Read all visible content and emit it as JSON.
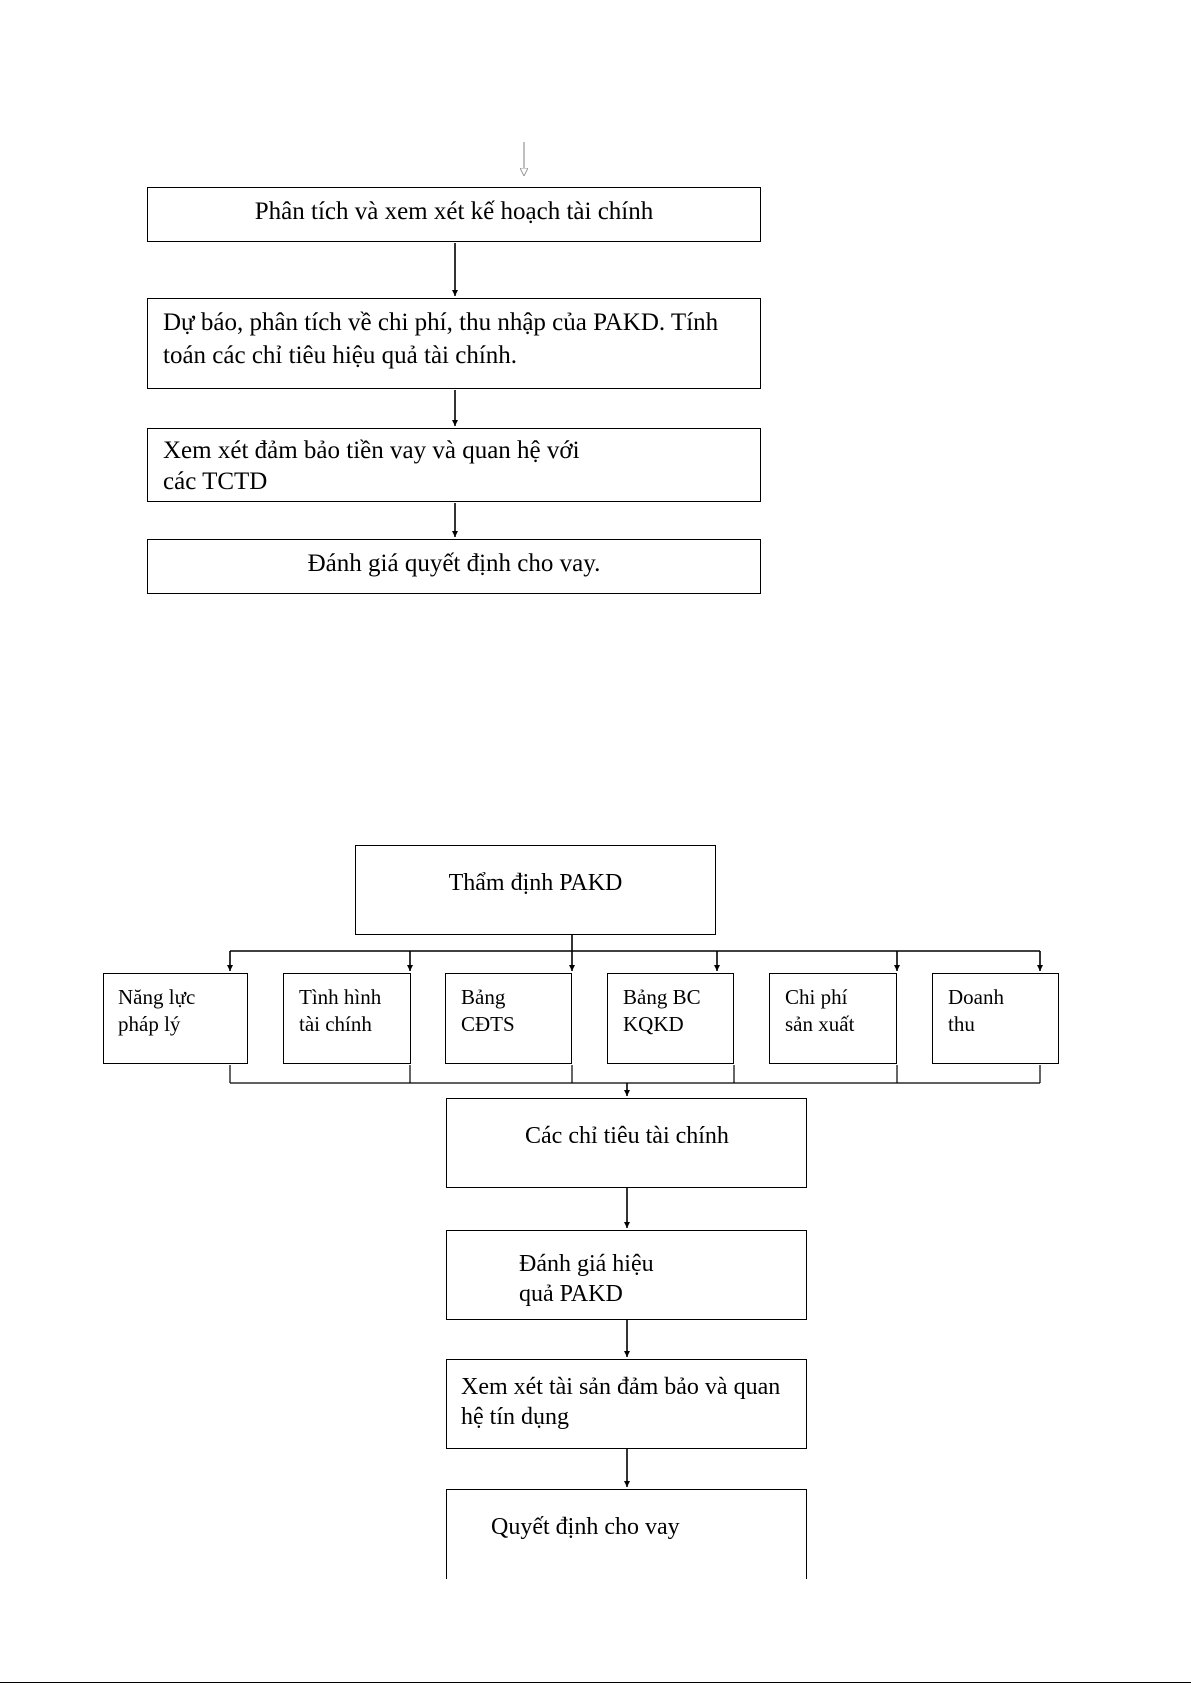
{
  "flow1": {
    "steps": [
      "Phân tích và xem xét kế hoạch tài chính",
      "Dự báo, phân tích về chi phí, thu nhập của PAKD. Tính toán các chỉ tiêu hiệu quả tài chính.",
      "Xem xét đảm bảo tiền vay và quan hệ với các TCTD",
      "Đánh giá quyết định cho vay."
    ]
  },
  "flow2": {
    "root": "Thẩm định PAKD",
    "branches": [
      "Năng lực pháp lý",
      "Tình hình tài chính",
      "Bảng CĐTS",
      "Bảng BCKQKD",
      "Chi phí sản xuất",
      "Doanh thu"
    ],
    "steps": [
      "Các chỉ tiêu tài chính",
      "Đánh giá hiệu quả PAKD",
      "Xem xét tài sản đảm bảo và quan hệ tín dụng",
      "Quyết định cho vay"
    ]
  }
}
